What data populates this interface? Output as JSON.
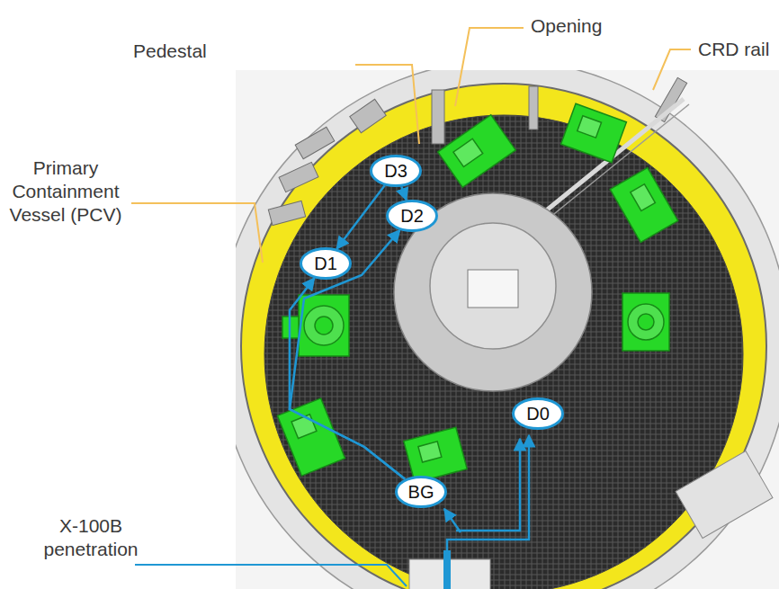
{
  "diagram": {
    "nodes": [
      {
        "text": [
          "D3"
        ]
      },
      {
        "text": [
          "D2"
        ]
      },
      {
        "text": [
          "D1"
        ]
      },
      {
        "text": [
          "D0"
        ]
      },
      {
        "text": [
          "BG"
        ]
      }
    ],
    "edges": [
      {
        "from": 4,
        "to": 2,
        "arrow": "to"
      },
      {
        "from": 4,
        "to": 1,
        "arrow": "to"
      },
      {
        "from": 0,
        "to": 2,
        "arrow": "to"
      },
      {
        "from": 0,
        "to": 1,
        "arrow": "to"
      }
    ],
    "labels": [
      "Opening",
      "Pedestal",
      "CRD rail",
      "Primary Containment Vessel (PCV)",
      "X-100B penetration"
    ]
  }
}
